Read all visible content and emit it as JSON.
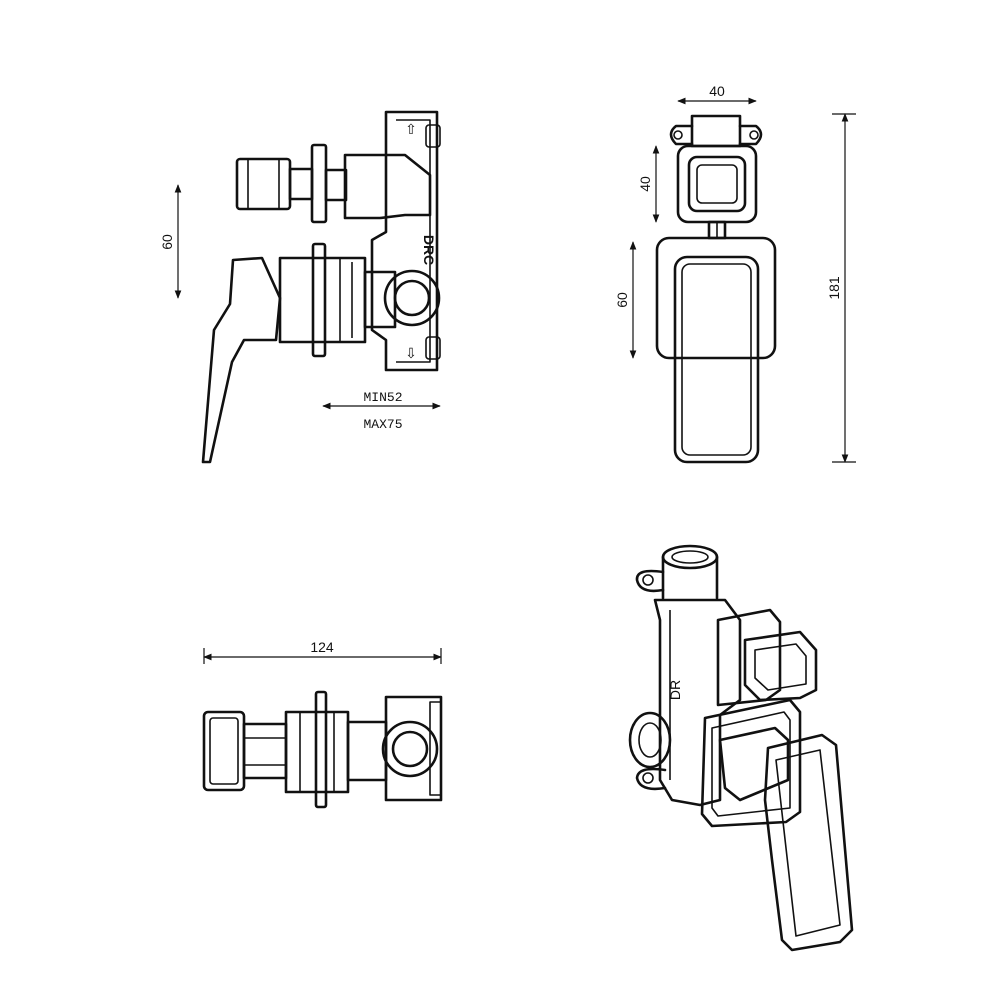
{
  "dimensions": {
    "side_height": "60",
    "min_depth": "MIN52",
    "max_depth": "MAX75",
    "front_width": "40",
    "front_upper_height": "40",
    "front_lower_height": "60",
    "front_total_height": "181",
    "top_width": "124"
  },
  "markings": {
    "hot_cold": "C",
    "direction": "DR",
    "arrow_up": "⇧",
    "arrow_down": "⇩"
  }
}
